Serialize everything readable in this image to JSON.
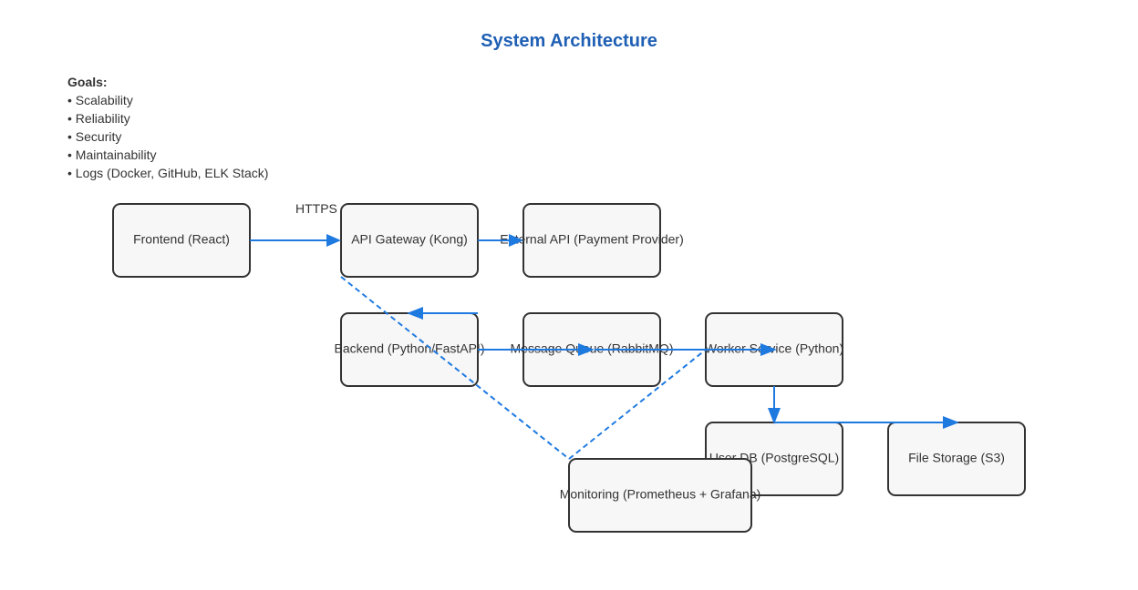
{
  "title": "System Architecture",
  "goals": {
    "heading": "Goals:",
    "items": [
      "Scalability",
      "Reliability",
      "Security",
      "Maintainability",
      "Logs (Docker, GitHub, ELK Stack)"
    ]
  },
  "nodes": {
    "frontend": "Frontend (React)",
    "api_gateway": "API Gateway (Kong)",
    "external_api": "External API (Payment Provider)",
    "backend": "Backend (Python/FastAPI)",
    "message_queue": "Message Queue (RabbitMQ)",
    "worker_service": "Worker Service (Python)",
    "user_db": "User DB (PostgreSQL)",
    "file_storage": "File Storage (S3)",
    "monitoring": "Monitoring (Prometheus + Grafana)"
  },
  "edge_labels": {
    "frontend_to_gateway": "HTTPS"
  },
  "colors": {
    "title": "#1f5fb4",
    "edge": "#1f7ae0",
    "node_fill": "#f7f7f7",
    "node_stroke": "#333333"
  }
}
